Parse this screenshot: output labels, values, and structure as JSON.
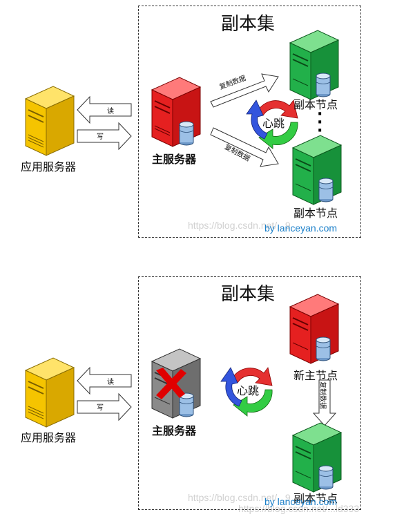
{
  "top_diagram": {
    "title": "副本集",
    "app_server_label": "应用服务器",
    "read_label": "读",
    "write_label": "写",
    "primary_label": "主服务器",
    "replicate_label_1": "复制数据",
    "replicate_label_2": "复制数据",
    "heartbeat_label": "心跳",
    "replica_node_1": "副本节点",
    "replica_node_2": "副本节点",
    "credit": "by lanceyan.com",
    "watermark": "https://blog.csdn.net/...9"
  },
  "bottom_diagram": {
    "title": "副本集",
    "app_server_label": "应用服务器",
    "read_label": "读",
    "write_label": "写",
    "primary_label": "主服务器",
    "heartbeat_label": "心跳",
    "new_primary_label": "新主节点",
    "replicate_label": "复制数据",
    "replica_node": "副本节点",
    "credit": "by lanceyan.com",
    "watermark": "https://blog.csdn.net/...9",
    "watermark_2": "https://blog.csdn.net/...ld333"
  },
  "colors": {
    "app_server": "#f5c400",
    "primary": "#e52020",
    "replica": "#22b04a",
    "failed": "#8a8a8a",
    "fail_mark": "#e00000",
    "heartbeat_red": "#e53030",
    "heartbeat_green": "#33cc44",
    "heartbeat_blue": "#3355dd"
  }
}
